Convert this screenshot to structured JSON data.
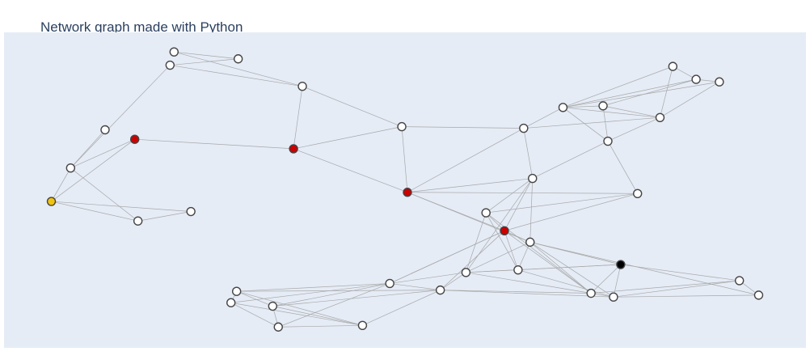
{
  "title": "Network graph made with Python",
  "colors": {
    "plot_background": "#e5ecf6",
    "page_background": "#ffffff",
    "edge": "#a8a8a8",
    "node_default": "#ffffff",
    "node_outline": "#444444",
    "title_text": "#2a3f5f"
  },
  "chart_data": {
    "type": "network",
    "title": "Network graph made with Python",
    "xlim": [
      0,
      1
    ],
    "ylim": [
      0,
      1
    ],
    "grid": false,
    "legend": "none",
    "nodes": [
      {
        "id": 0,
        "x": 0.212,
        "y": 0.938,
        "color": "#ffffff"
      },
      {
        "id": 1,
        "x": 0.292,
        "y": 0.916,
        "color": "#ffffff"
      },
      {
        "id": 2,
        "x": 0.207,
        "y": 0.896,
        "color": "#ffffff"
      },
      {
        "id": 3,
        "x": 0.372,
        "y": 0.829,
        "color": "#ffffff"
      },
      {
        "id": 4,
        "x": 0.126,
        "y": 0.691,
        "color": "#ffffff"
      },
      {
        "id": 5,
        "x": 0.163,
        "y": 0.661,
        "color": "#cc0000"
      },
      {
        "id": 6,
        "x": 0.361,
        "y": 0.631,
        "color": "#cc0000"
      },
      {
        "id": 7,
        "x": 0.083,
        "y": 0.57,
        "color": "#ffffff"
      },
      {
        "id": 8,
        "x": 0.059,
        "y": 0.464,
        "color": "#f2c40f"
      },
      {
        "id": 9,
        "x": 0.233,
        "y": 0.432,
        "color": "#ffffff"
      },
      {
        "id": 10,
        "x": 0.167,
        "y": 0.402,
        "color": "#ffffff"
      },
      {
        "id": 11,
        "x": 0.496,
        "y": 0.701,
        "color": "#ffffff"
      },
      {
        "id": 12,
        "x": 0.503,
        "y": 0.493,
        "color": "#cc0000"
      },
      {
        "id": 13,
        "x": 0.648,
        "y": 0.696,
        "color": "#ffffff"
      },
      {
        "id": 14,
        "x": 0.697,
        "y": 0.762,
        "color": "#ffffff"
      },
      {
        "id": 15,
        "x": 0.747,
        "y": 0.767,
        "color": "#ffffff"
      },
      {
        "id": 16,
        "x": 0.818,
        "y": 0.73,
        "color": "#ffffff"
      },
      {
        "id": 17,
        "x": 0.834,
        "y": 0.892,
        "color": "#ffffff"
      },
      {
        "id": 18,
        "x": 0.863,
        "y": 0.851,
        "color": "#ffffff"
      },
      {
        "id": 19,
        "x": 0.892,
        "y": 0.843,
        "color": "#ffffff"
      },
      {
        "id": 20,
        "x": 0.753,
        "y": 0.655,
        "color": "#ffffff"
      },
      {
        "id": 21,
        "x": 0.659,
        "y": 0.537,
        "color": "#ffffff"
      },
      {
        "id": 22,
        "x": 0.79,
        "y": 0.489,
        "color": "#ffffff"
      },
      {
        "id": 23,
        "x": 0.601,
        "y": 0.428,
        "color": "#ffffff"
      },
      {
        "id": 24,
        "x": 0.624,
        "y": 0.371,
        "color": "#cc0000"
      },
      {
        "id": 25,
        "x": 0.656,
        "y": 0.335,
        "color": "#ffffff"
      },
      {
        "id": 26,
        "x": 0.769,
        "y": 0.264,
        "color": "#000000"
      },
      {
        "id": 27,
        "x": 0.641,
        "y": 0.247,
        "color": "#ffffff"
      },
      {
        "id": 28,
        "x": 0.576,
        "y": 0.239,
        "color": "#ffffff"
      },
      {
        "id": 29,
        "x": 0.481,
        "y": 0.204,
        "color": "#ffffff"
      },
      {
        "id": 30,
        "x": 0.544,
        "y": 0.183,
        "color": "#ffffff"
      },
      {
        "id": 31,
        "x": 0.732,
        "y": 0.173,
        "color": "#ffffff"
      },
      {
        "id": 32,
        "x": 0.76,
        "y": 0.161,
        "color": "#ffffff"
      },
      {
        "id": 33,
        "x": 0.917,
        "y": 0.213,
        "color": "#ffffff"
      },
      {
        "id": 34,
        "x": 0.941,
        "y": 0.167,
        "color": "#ffffff"
      },
      {
        "id": 35,
        "x": 0.29,
        "y": 0.179,
        "color": "#ffffff"
      },
      {
        "id": 36,
        "x": 0.283,
        "y": 0.143,
        "color": "#ffffff"
      },
      {
        "id": 37,
        "x": 0.335,
        "y": 0.132,
        "color": "#ffffff"
      },
      {
        "id": 38,
        "x": 0.342,
        "y": 0.066,
        "color": "#ffffff"
      },
      {
        "id": 39,
        "x": 0.447,
        "y": 0.071,
        "color": "#ffffff"
      }
    ],
    "edges": [
      [
        0,
        1
      ],
      [
        0,
        3
      ],
      [
        1,
        2
      ],
      [
        2,
        3
      ],
      [
        2,
        7
      ],
      [
        3,
        6
      ],
      [
        3,
        11
      ],
      [
        4,
        7
      ],
      [
        5,
        6
      ],
      [
        5,
        8
      ],
      [
        5,
        7
      ],
      [
        7,
        8
      ],
      [
        7,
        10
      ],
      [
        8,
        9
      ],
      [
        8,
        10
      ],
      [
        10,
        9
      ],
      [
        6,
        11
      ],
      [
        6,
        12
      ],
      [
        11,
        12
      ],
      [
        11,
        13
      ],
      [
        13,
        12
      ],
      [
        13,
        14
      ],
      [
        13,
        21
      ],
      [
        13,
        16
      ],
      [
        14,
        15
      ],
      [
        14,
        16
      ],
      [
        14,
        17
      ],
      [
        14,
        18
      ],
      [
        14,
        19
      ],
      [
        14,
        20
      ],
      [
        15,
        20
      ],
      [
        15,
        16
      ],
      [
        15,
        18
      ],
      [
        16,
        19
      ],
      [
        16,
        17
      ],
      [
        17,
        18
      ],
      [
        18,
        19
      ],
      [
        20,
        16
      ],
      [
        20,
        21
      ],
      [
        20,
        22
      ],
      [
        12,
        21
      ],
      [
        12,
        22
      ],
      [
        12,
        24
      ],
      [
        12,
        25
      ],
      [
        21,
        23
      ],
      [
        21,
        25
      ],
      [
        21,
        24
      ],
      [
        21,
        28
      ],
      [
        22,
        23
      ],
      [
        22,
        24
      ],
      [
        23,
        24
      ],
      [
        23,
        28
      ],
      [
        23,
        31
      ],
      [
        24,
        25
      ],
      [
        24,
        27
      ],
      [
        24,
        30
      ],
      [
        24,
        29
      ],
      [
        24,
        31
      ],
      [
        25,
        26
      ],
      [
        25,
        28
      ],
      [
        25,
        27
      ],
      [
        25,
        31
      ],
      [
        25,
        32
      ],
      [
        25,
        34
      ],
      [
        26,
        27
      ],
      [
        26,
        31
      ],
      [
        26,
        32
      ],
      [
        26,
        33
      ],
      [
        27,
        28
      ],
      [
        27,
        32
      ],
      [
        28,
        29
      ],
      [
        28,
        30
      ],
      [
        28,
        31
      ],
      [
        28,
        26
      ],
      [
        29,
        30
      ],
      [
        29,
        35
      ],
      [
        29,
        36
      ],
      [
        29,
        37
      ],
      [
        29,
        38
      ],
      [
        30,
        35
      ],
      [
        30,
        37
      ],
      [
        30,
        39
      ],
      [
        30,
        32
      ],
      [
        30,
        31
      ],
      [
        31,
        32
      ],
      [
        32,
        33
      ],
      [
        32,
        34
      ],
      [
        33,
        34
      ],
      [
        33,
        31
      ],
      [
        35,
        36
      ],
      [
        35,
        37
      ],
      [
        35,
        39
      ],
      [
        36,
        38
      ],
      [
        36,
        39
      ],
      [
        37,
        38
      ],
      [
        37,
        39
      ],
      [
        38,
        39
      ],
      [
        23,
        27
      ],
      [
        29,
        24
      ]
    ]
  }
}
